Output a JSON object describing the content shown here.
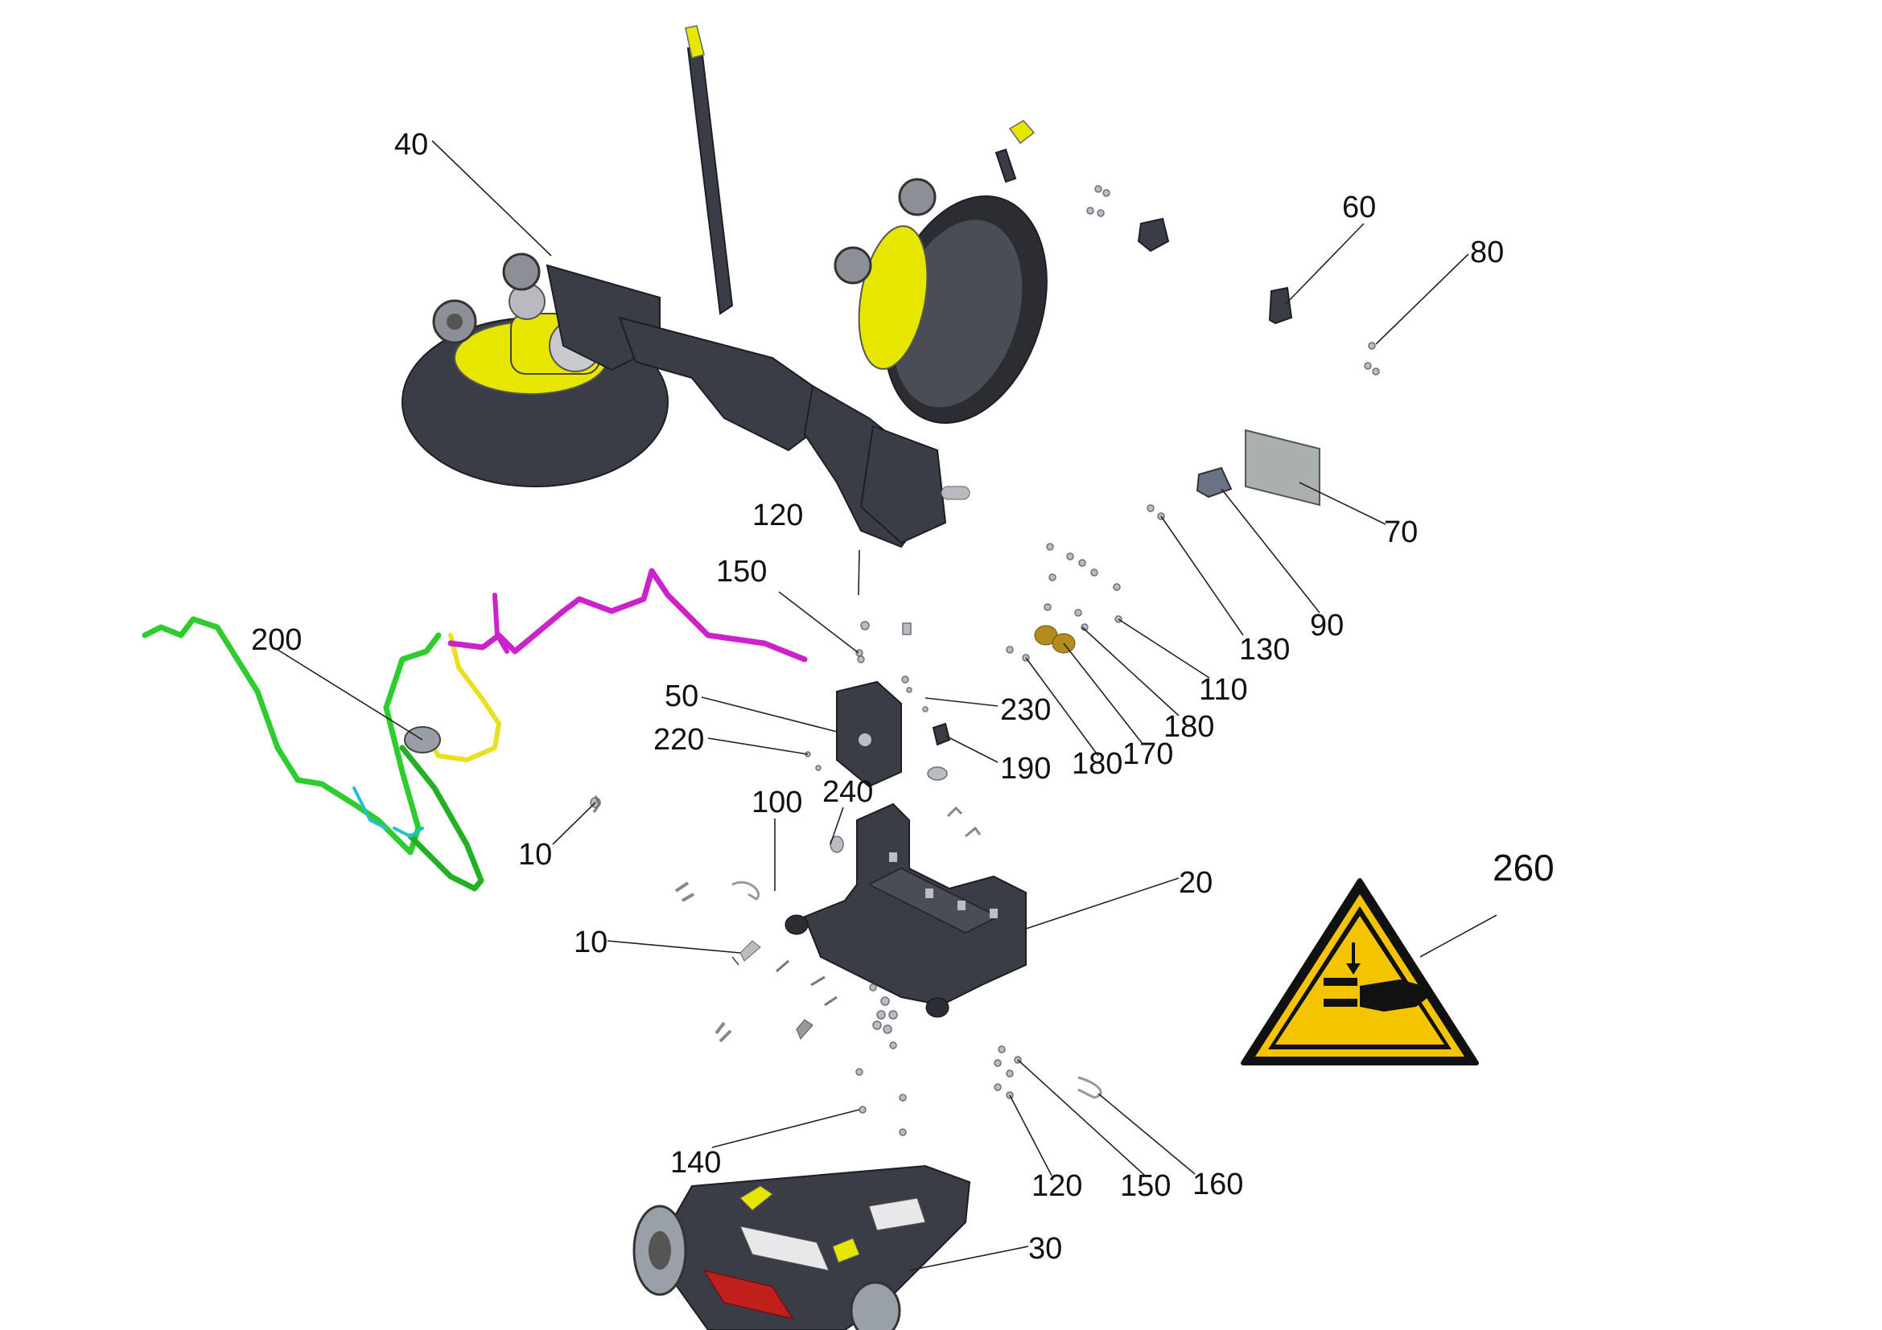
{
  "diagram": {
    "callouts": {
      "c40": "40",
      "c60": "60",
      "c80": "80",
      "c70": "70",
      "c90": "90",
      "c130": "130",
      "c120_top": "120",
      "c150_top": "150",
      "c110": "110",
      "c180_a": "180",
      "c180_b": "180",
      "c170": "170",
      "c200": "200",
      "c50": "50",
      "c230": "230",
      "c220": "220",
      "c190": "190",
      "c100": "100",
      "c240": "240",
      "c10_a": "10",
      "c10_b": "10",
      "c20": "20",
      "c260": "260",
      "c140": "140",
      "c120_bot": "120",
      "c150_bot": "150",
      "c160": "160",
      "c30": "30"
    },
    "colors": {
      "body_dark": "#3a3d46",
      "accent_yellow": "#e6e600",
      "cable_green": "#2ecc2e",
      "cable_magenta": "#cc22cc",
      "cable_yellow": "#e8e020",
      "cable_cyan": "#20c0d0",
      "warning_yellow": "#f5c400",
      "red_strip": "#c0201c"
    },
    "icons": [
      "warning-hand-crush-icon"
    ]
  }
}
